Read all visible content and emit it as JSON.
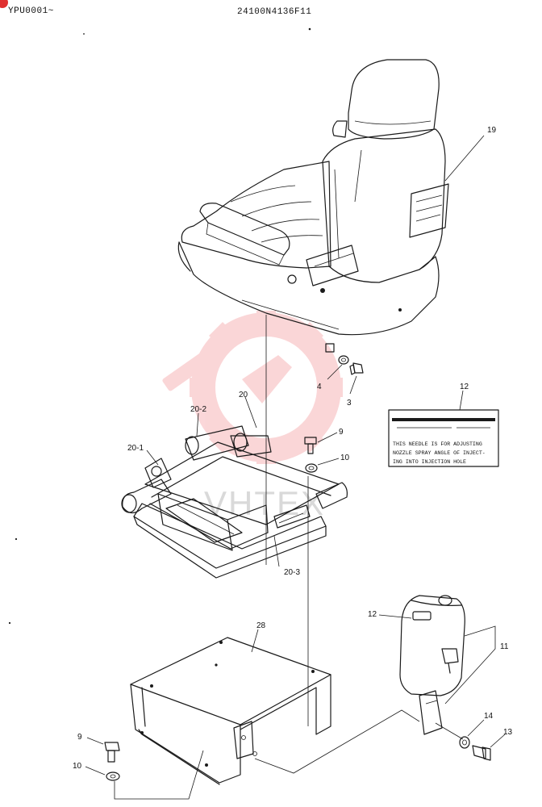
{
  "header": {
    "serial": "YPU0001~",
    "drawing_number": "24100N4136F11"
  },
  "parts": {
    "p19": "19",
    "p4": "4",
    "p3": "3",
    "p12_plate": "12",
    "p20": "20",
    "p20_2": "20-2",
    "p20_1": "20-1",
    "p9_upper": "9",
    "p10_upper": "10",
    "p20_3": "20-3",
    "p28": "28",
    "p12_tank": "12",
    "p11": "11",
    "p14": "14",
    "p13": "13",
    "p9_lower": "9",
    "p10_lower": "10"
  },
  "warning_plate": {
    "line1": "THIS NEEDLE IS FOR ADJUSTING",
    "line2": "NOZZLE SPRAY ANGLE OF INJECT-",
    "line3": "ING INTO INJECTION HOLE"
  },
  "watermark": {
    "text": "VHTEX",
    "color": "#e8222a"
  }
}
